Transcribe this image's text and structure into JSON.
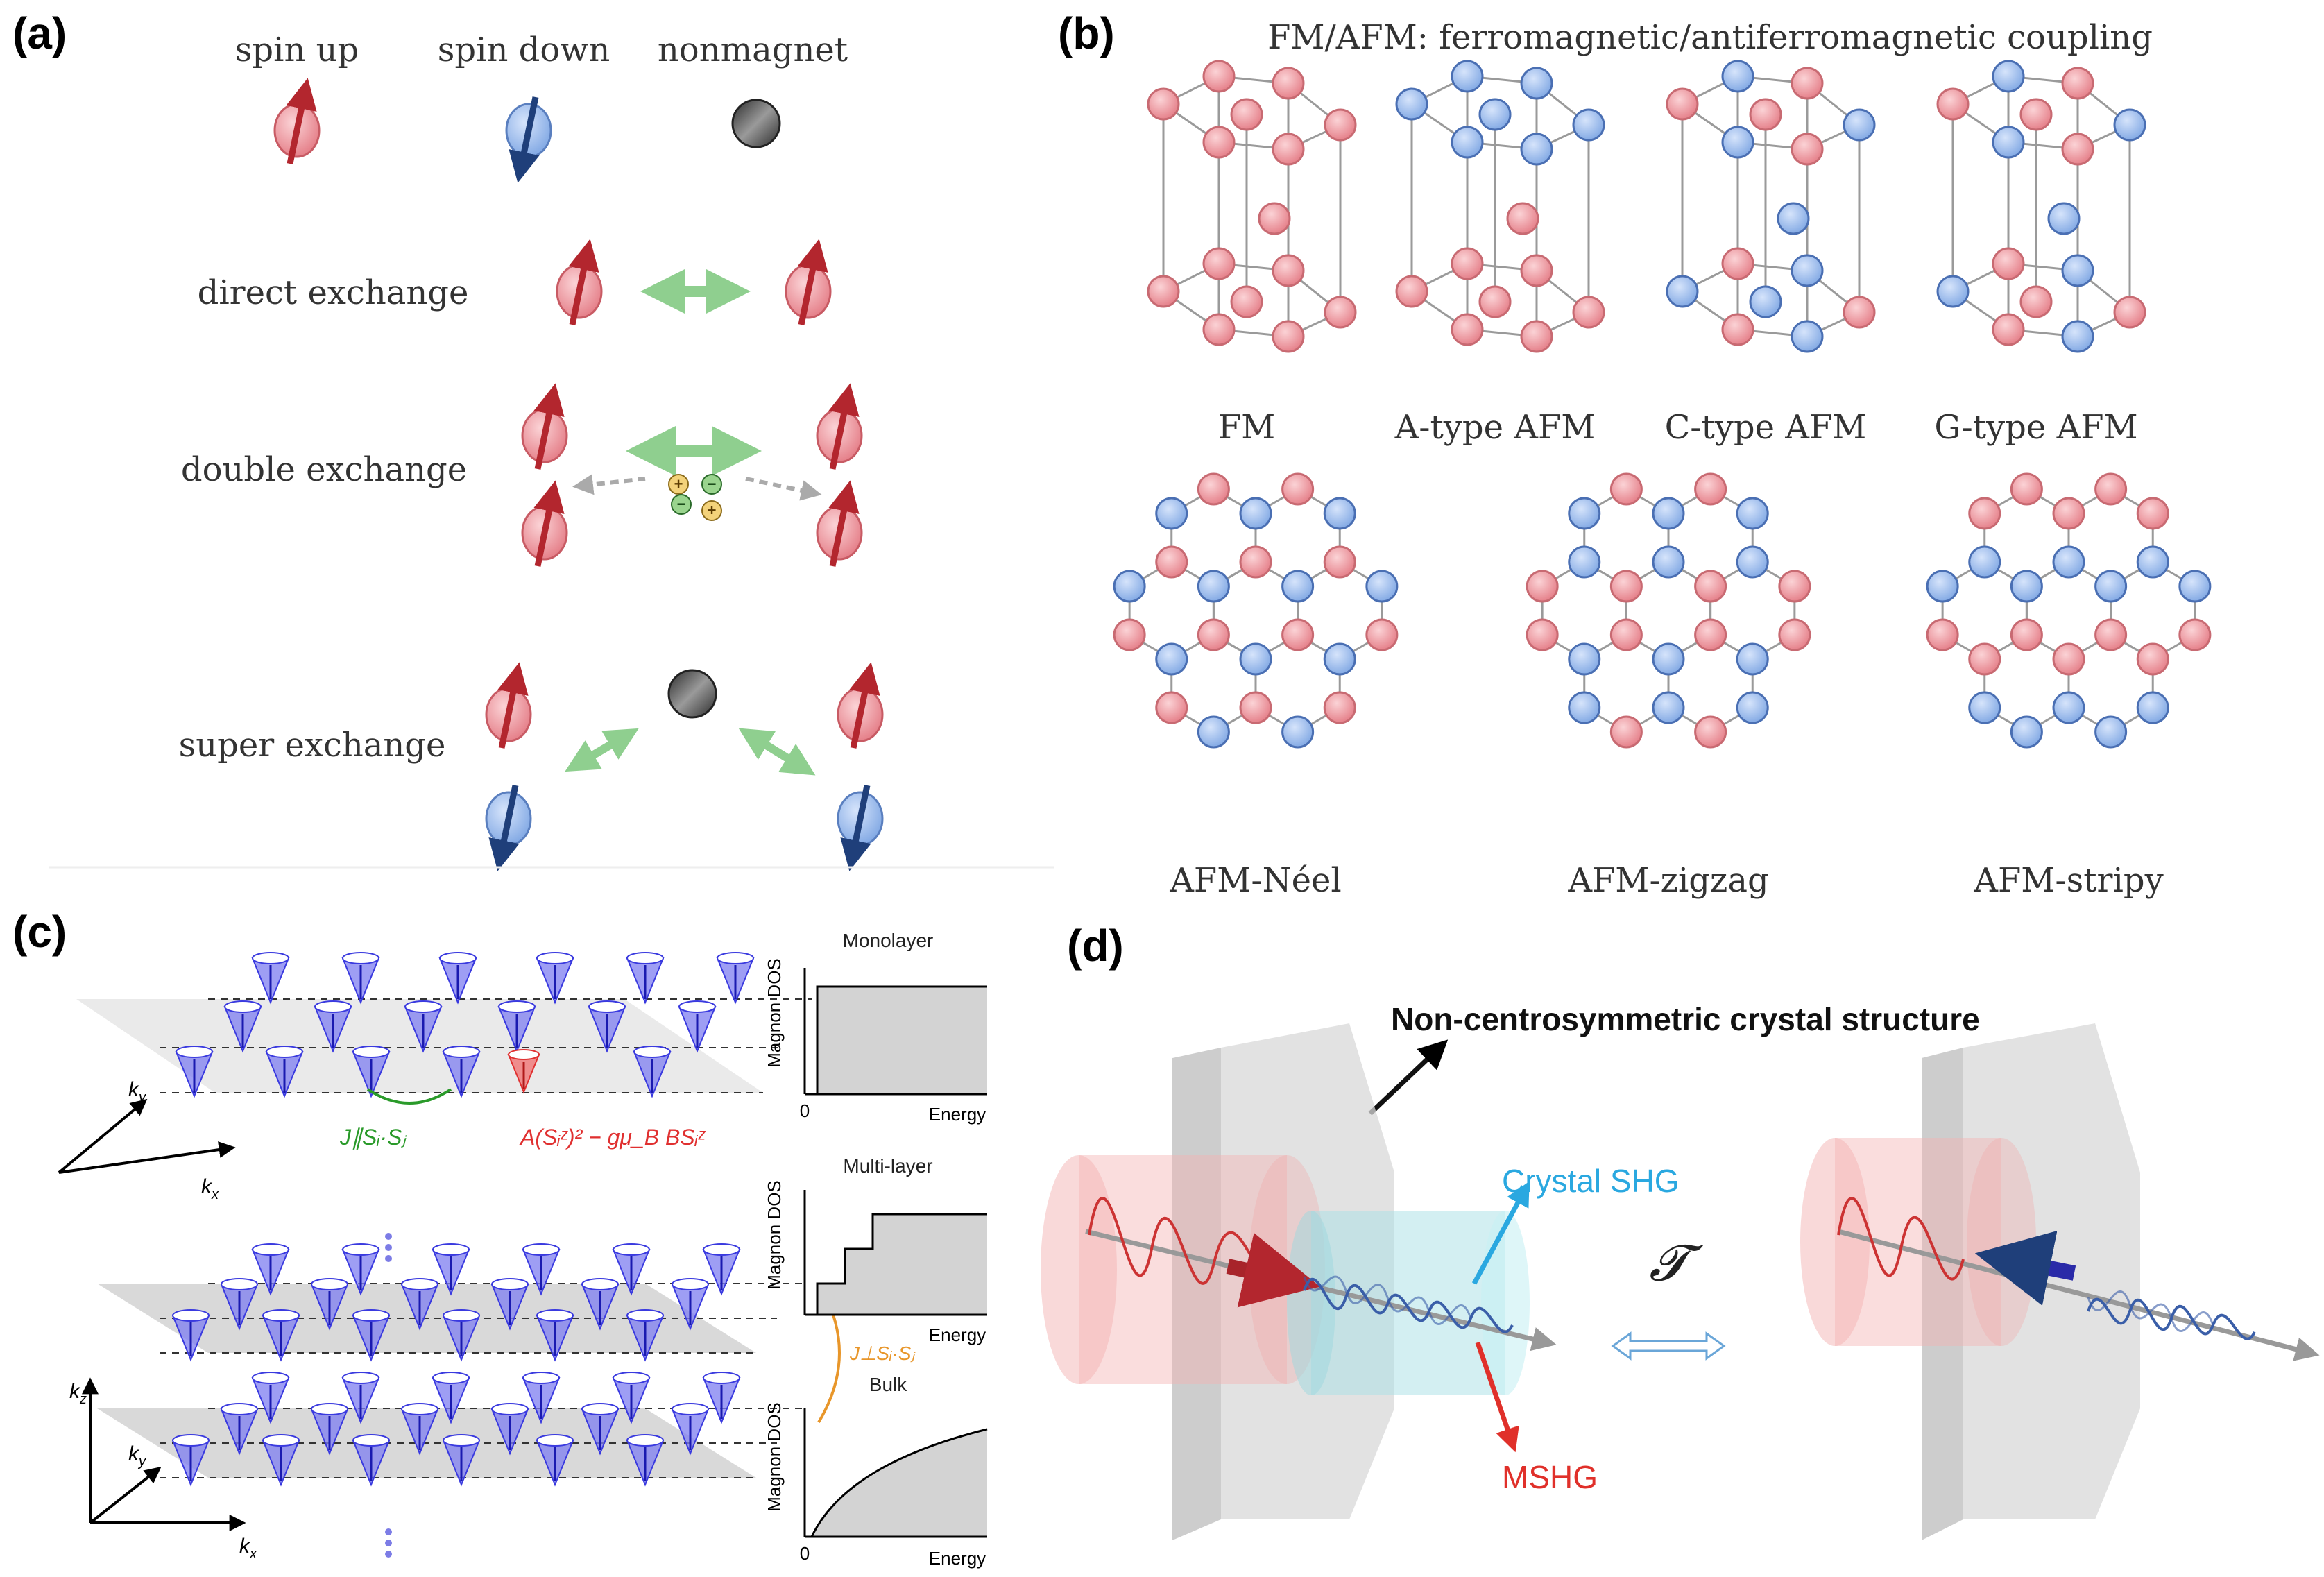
{
  "panels": {
    "a": {
      "label": "(a)",
      "legend": [
        "spin up",
        "spin down",
        "nonmagnet"
      ],
      "rows": [
        "direct exchange",
        "double exchange",
        "super exchange"
      ]
    },
    "b": {
      "label": "(b)",
      "title": "FM/AFM: ferromagnetic/antiferromagnetic coupling",
      "top_labels": [
        "FM",
        "A-type AFM",
        "C-type AFM",
        "G-type AFM"
      ],
      "bottom_labels": [
        "AFM-Néel",
        "AFM-zigzag",
        "AFM-stripy"
      ]
    },
    "c": {
      "label": "(c)",
      "axis_ky": "k",
      "axis_ky_sub": "y",
      "axis_kx": "k",
      "axis_kx_sub": "x",
      "axis_kz": "k",
      "axis_kz_sub": "z",
      "j_parallel": "J∥Sᵢ·Sⱼ",
      "anisotropy": "A(Sᵢᶻ)² − gμ_B BSᵢᶻ",
      "j_perp": "J⊥Sᵢ·Sⱼ",
      "dos_titles": [
        "Monolayer",
        "Multi-layer",
        "Bulk"
      ],
      "dos_ylabel": "Magnon DOS",
      "dos_xlabel": "Energy",
      "dos_origin": "0"
    },
    "d": {
      "label": "(d)",
      "title": "Non-centrosymmetric crystal structure",
      "crystal_shg": "Crystal SHG",
      "mshg": "MSHG",
      "t_symbol": "𝓣"
    }
  },
  "colors": {
    "spin_up": "#e9878f",
    "spin_down": "#8fb3e6",
    "nonmagnet": "#555555",
    "arrow_up": "#b3262e",
    "arrow_down": "#1f3f7a",
    "exchange_arrow": "#8fcf8f",
    "cone": "#3a3adf",
    "crystal_shg": "#2aa8e0",
    "mshg": "#e0302a",
    "j_parallel": "#2a9a2a",
    "anisotropy": "#e03030",
    "j_perp": "#e8962a"
  }
}
